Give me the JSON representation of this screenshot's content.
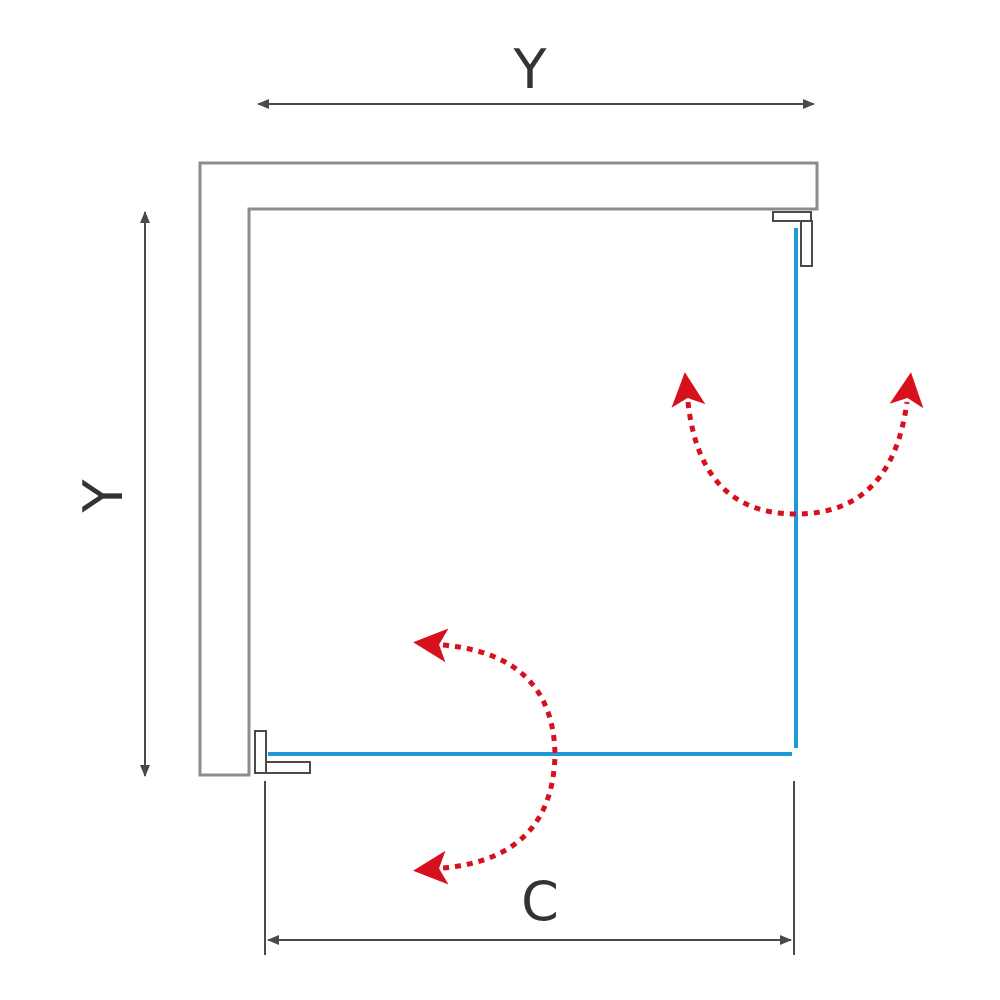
{
  "labels": {
    "top_width": "Y",
    "left_depth": "Y",
    "bottom_entry": "C"
  },
  "colors": {
    "wall": "#8c8c8c",
    "dimension_line": "#4a4a4a",
    "glass_panel": "#1e9ad6",
    "swing_arrow": "#d7101e",
    "label": "#333333"
  },
  "icons": {
    "swing_direction": "double-headed-curved-arrow-icon",
    "hinge": "wall-hinge-bracket-icon"
  }
}
